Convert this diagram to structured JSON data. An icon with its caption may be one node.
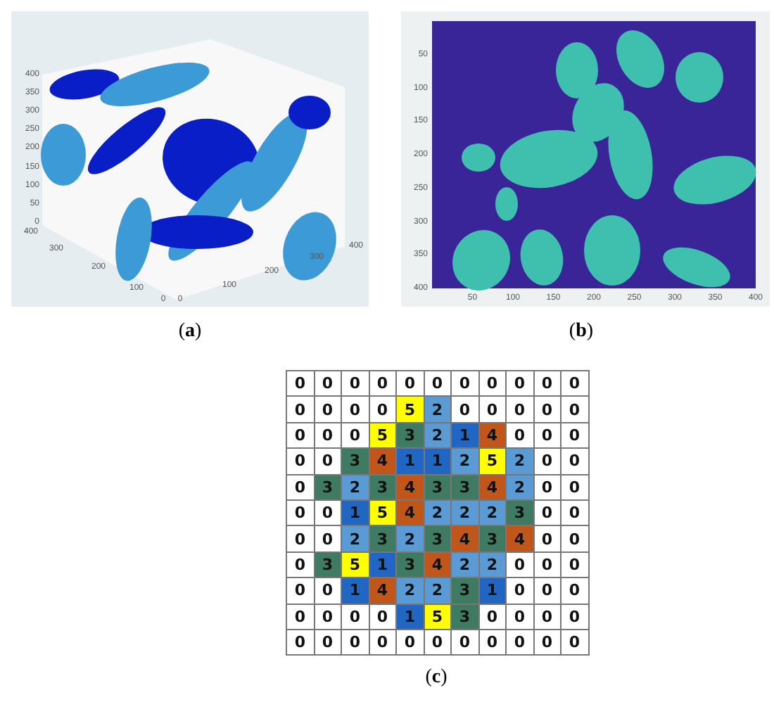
{
  "diagram": {
    "labels": [
      "400",
      "350",
      "300",
      "250",
      "200",
      "150",
      "100",
      "50",
      "0",
      "400",
      "300",
      "200",
      "100",
      "0",
      "0",
      "100",
      "200",
      "300",
      "400",
      "50",
      "100",
      "150",
      "200",
      "250",
      "300",
      "350",
      "400",
      "50",
      "100",
      "150",
      "200",
      "250",
      "300",
      "350",
      "400",
      "(**a**)",
      "(**b**)",
      "0",
      "0",
      "0",
      "0",
      "0",
      "0",
      "0",
      "0",
      "0",
      "0",
      "0",
      "0",
      "0",
      "0",
      "0",
      "5",
      "2",
      "0",
      "0",
      "0",
      "0",
      "0",
      "0",
      "0",
      "0",
      "5",
      "3",
      "2",
      "1",
      "4",
      "0",
      "0",
      "0",
      "0",
      "0",
      "3",
      "4",
      "1",
      "1",
      "2",
      "5",
      "2",
      "0",
      "0",
      "0",
      "3",
      "2",
      "3",
      "4",
      "3",
      "3",
      "4",
      "2",
      "0",
      "0",
      "0",
      "0",
      "1",
      "5",
      "4",
      "2",
      "2",
      "2",
      "3",
      "0",
      "0",
      "0",
      "0",
      "2",
      "3",
      "2",
      "3",
      "4",
      "3",
      "4",
      "0",
      "0",
      "0",
      "3",
      "5",
      "1",
      "3",
      "4",
      "2",
      "2",
      "0",
      "0",
      "0",
      "0",
      "0",
      "1",
      "4",
      "2",
      "2",
      "3",
      "1",
      "0",
      "0",
      "0",
      "0",
      "0",
      "0",
      "0",
      "1",
      "5",
      "3",
      "0",
      "0",
      "0",
      "0",
      "0",
      "0",
      "0",
      "0",
      "0",
      "0",
      "0",
      "0",
      "0",
      "0",
      "0",
      "(**c**)"
    ]
  }
}
